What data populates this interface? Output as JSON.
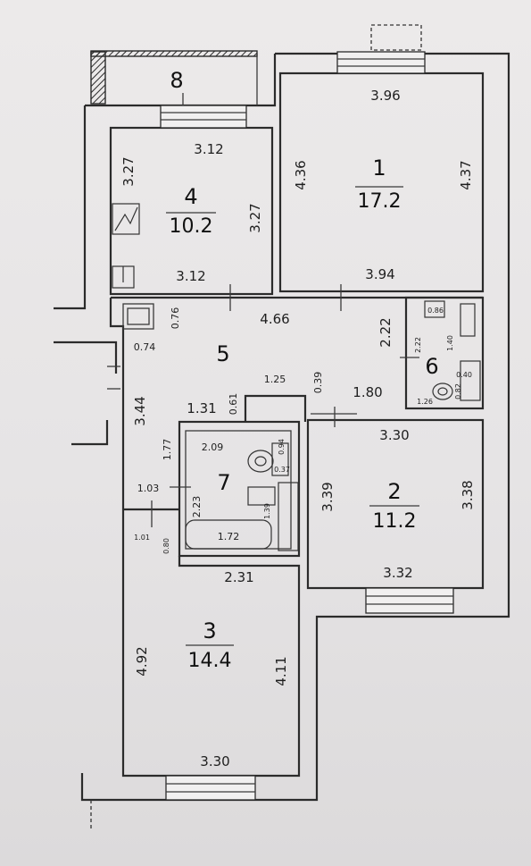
{
  "rooms": [
    {
      "number": "1",
      "area": "17.2"
    },
    {
      "number": "2",
      "area": "11.2"
    },
    {
      "number": "3",
      "area": "14.4"
    },
    {
      "number": "4",
      "area": "10.2"
    },
    {
      "number": "5",
      "area": ""
    },
    {
      "number": "6",
      "area": ""
    },
    {
      "number": "7",
      "area": ""
    },
    {
      "number": "8",
      "area": ""
    }
  ],
  "dimensions": {
    "r1_top": "3.96",
    "r1_left": "4.36",
    "r1_right": "4.37",
    "r1_bottom": "3.94",
    "r4_top": "3.12",
    "r4_left": "3.27",
    "r4_right": "3.27",
    "r4_bottom": "3.12",
    "r5_top": "4.66",
    "r5_076": "0.76",
    "r5_074": "0.74",
    "r5_222": "2.22",
    "r5_125": "1.25",
    "r5_039": "0.39",
    "r5_061": "0.61",
    "r5_131": "1.31",
    "r5_180": "1.80",
    "r5_344": "3.44",
    "r5_177": "1.77",
    "r5_103": "1.03",
    "r5_101": "1.01",
    "r5_080": "0.80",
    "r6_222": "2.22",
    "r6_140": "1.40",
    "r6_086": "0.86",
    "r6_040": "0.40",
    "r6_082": "0.82",
    "r6_126": "1.26",
    "r7_209": "2.09",
    "r7_223": "2.23",
    "r7_172": "1.72",
    "r7_139": "1.39",
    "r7_094": "0.94",
    "r7_037": "0.37",
    "r2_top": "3.30",
    "r2_left": "3.39",
    "r2_right": "3.38",
    "r2_bottom": "3.32",
    "r3_top": "2.31",
    "r3_left": "4.92",
    "r3_right": "4.11",
    "r3_bottom": "3.30"
  }
}
